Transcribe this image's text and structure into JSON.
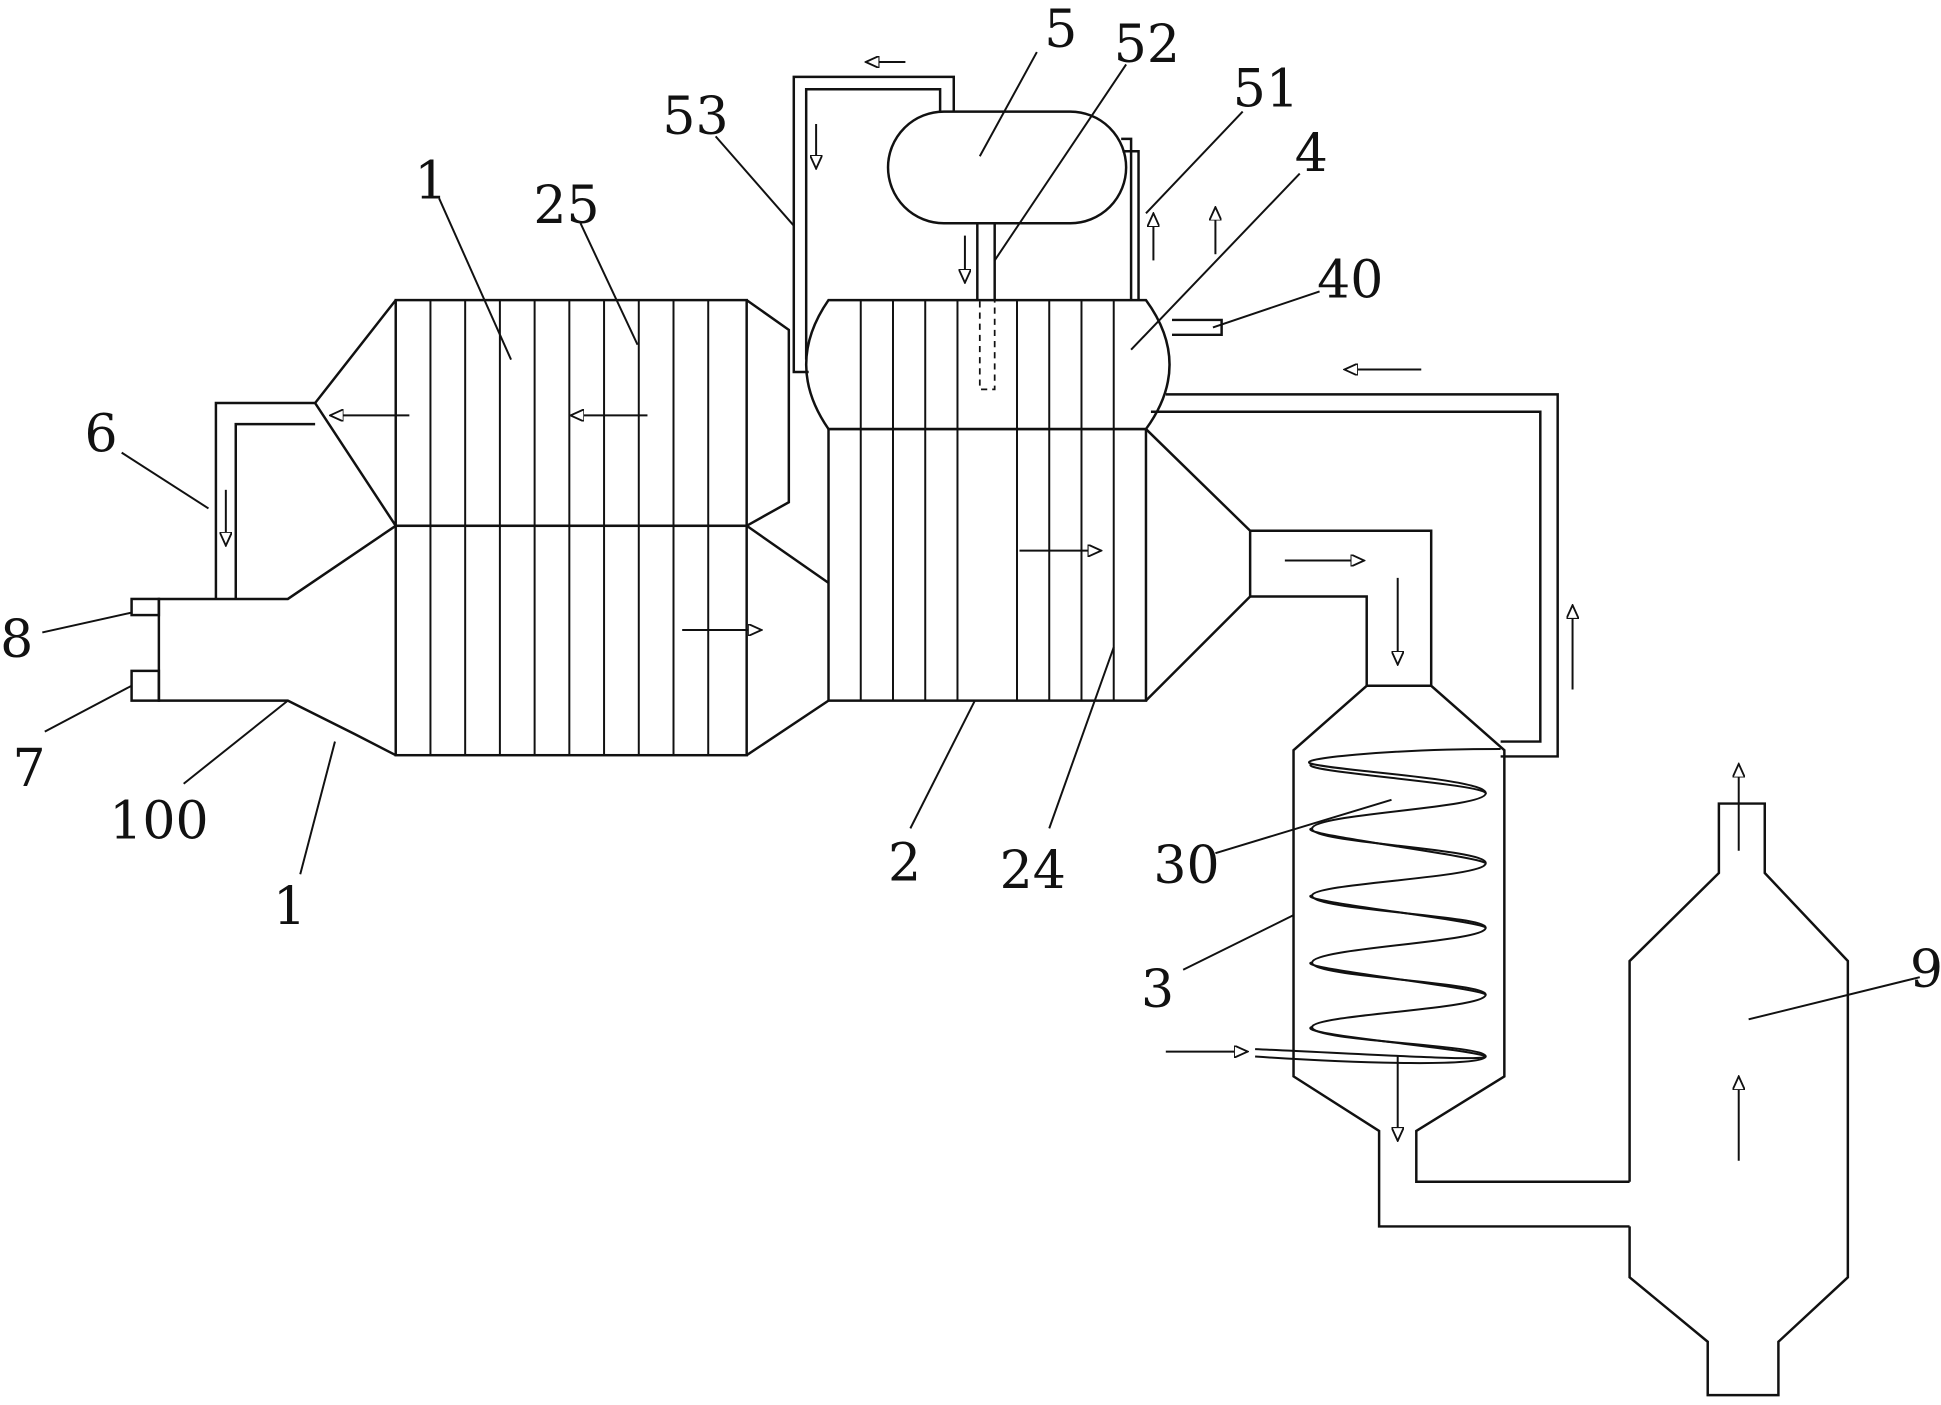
{
  "diagram": {
    "labels": {
      "n1_top": "1",
      "n25": "25",
      "n53": "53",
      "n5": "5",
      "n52": "52",
      "n51": "51",
      "n4": "4",
      "n40": "40",
      "n6": "6",
      "n8": "8",
      "n7": "7",
      "n100": "100",
      "n1_bottom": "1",
      "n2": "2",
      "n24": "24",
      "n30": "30",
      "n3": "3",
      "n9": "9"
    }
  }
}
